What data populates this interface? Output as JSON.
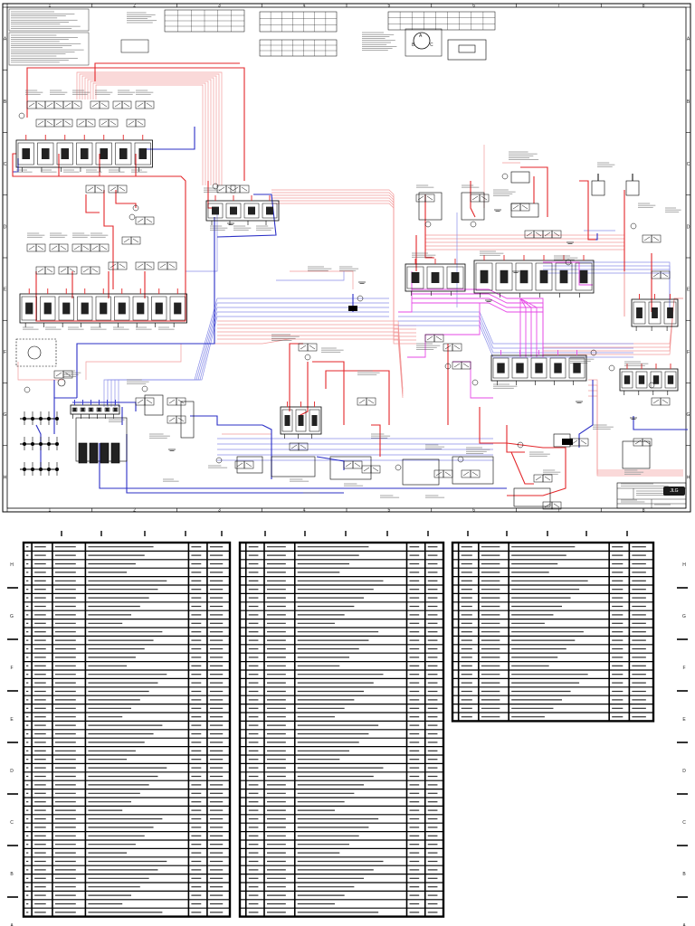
{
  "schematic": {
    "legend_labels": [
      "A",
      "B",
      "C"
    ],
    "colors": {
      "pressure_line": "#e3262a",
      "pilot_line": "#f29a9a",
      "return_line": "#2b2fc6",
      "drain_line": "#8a8ee8",
      "aux_line": "#e64ae6",
      "frame": "#000000"
    },
    "column_markers": [
      "1",
      "2",
      "3",
      "4",
      "5",
      "6",
      "7",
      "8"
    ],
    "row_markers": [
      "A",
      "B",
      "C",
      "D",
      "E",
      "F",
      "G",
      "H"
    ],
    "title_block": {
      "logo_text": "JLG"
    }
  },
  "parts_list": {
    "tables": [
      {
        "name": "table-left",
        "rows": 44
      },
      {
        "name": "table-middle",
        "rows": 44
      },
      {
        "name": "table-right",
        "rows": 21
      }
    ],
    "row_markers": [
      "H",
      "G",
      "F",
      "E",
      "D",
      "C",
      "B",
      "A"
    ]
  }
}
